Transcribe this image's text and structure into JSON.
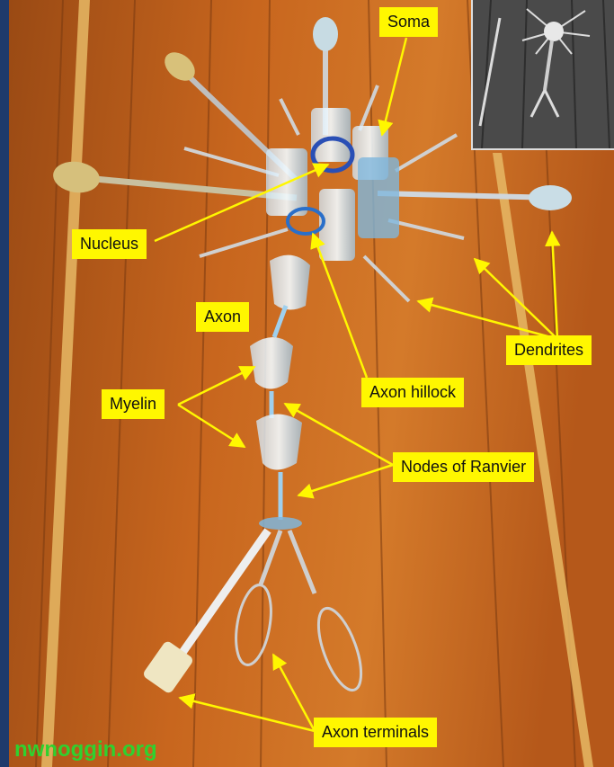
{
  "labels": {
    "soma": "Soma",
    "nucleus": "Nucleus",
    "axon": "Axon",
    "myelin": "Myelin",
    "axon_hillock": "Axon hillock",
    "dendrites": "Dendrites",
    "nodes_of_ranvier": "Nodes of Ranvier",
    "axon_terminals": "Axon terminals"
  },
  "watermark": "nwnoggin.org",
  "colors": {
    "label_background": "#fff700",
    "arrow": "#fff700",
    "floor_wood": "#c8661e",
    "frame_blue": "#1e3a6b",
    "watermark_green": "#2fd12f"
  }
}
